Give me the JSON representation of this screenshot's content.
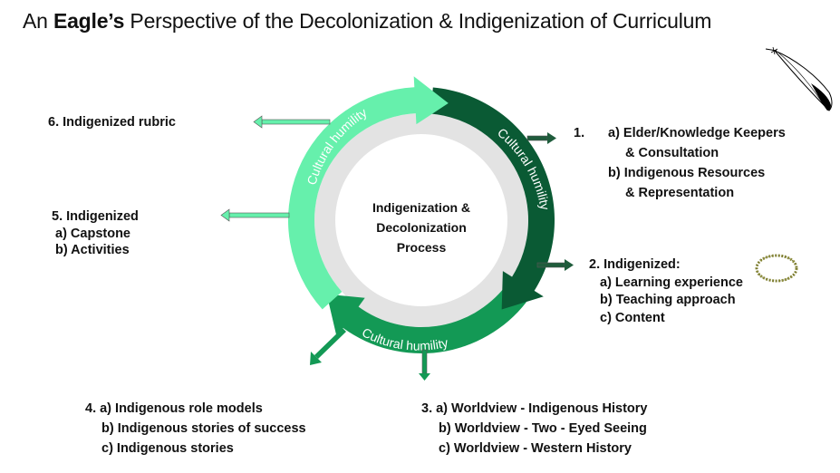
{
  "title": {
    "prefix": "An ",
    "bold": "Eagle’s",
    "suffix": " Perspective of the Decolonization & Indigenization of Curriculum"
  },
  "colors": {
    "light_green": "#66F0AC",
    "dark_green": "#0A5A34",
    "medium_green": "#139955",
    "gray_ring": "#E3E3E3"
  },
  "cycle": {
    "center_lines": [
      "Indigenization &",
      "Decolonization",
      "Process"
    ],
    "arc_labels": [
      "Cultural humility",
      "Cultural humility",
      "Cultural humility"
    ]
  },
  "steps": {
    "s1": {
      "number": "1.",
      "lines": [
        "a) Elder/Knowledge Keepers",
        "& Consultation",
        "b) Indigenous Resources",
        "& Representation"
      ]
    },
    "s2": {
      "lines": [
        "2. Indigenized:",
        "a) Learning experience",
        "b) Teaching approach",
        "c) Content"
      ]
    },
    "s3": {
      "lines": [
        "3. a) Worldview - Indigenous History",
        "b) Worldview - Two - Eyed Seeing",
        "c) Worldview - Western History"
      ]
    },
    "s4": {
      "lines": [
        "4. a) Indigenous role models",
        "b) Indigenous stories of success",
        "c) Indigenous stories"
      ]
    },
    "s5": {
      "lines": [
        "5. Indigenized",
        "a) Capstone",
        "b) Activities"
      ]
    },
    "s6": {
      "lines": [
        "6. Indigenized rubric"
      ]
    }
  },
  "icons": [
    "feather-icon",
    "sweetgrass-braid-icon"
  ]
}
